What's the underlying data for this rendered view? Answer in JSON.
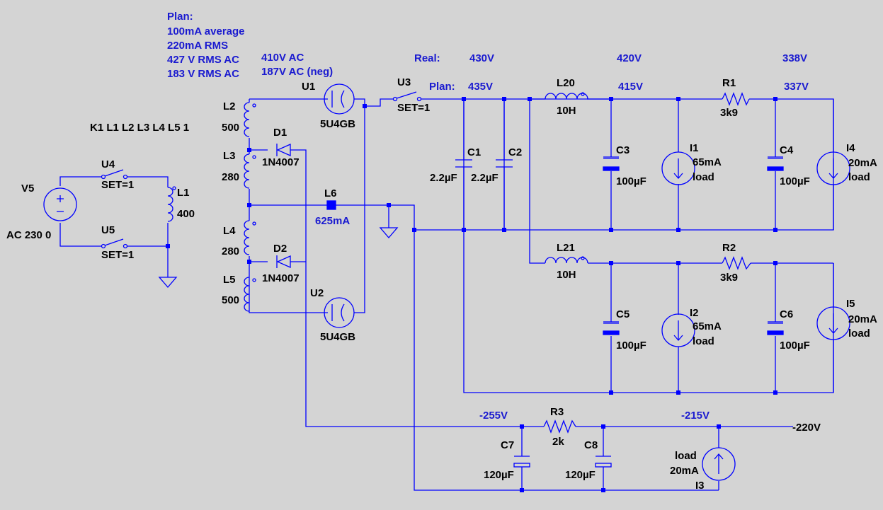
{
  "notes": {
    "plan_title": "Plan:",
    "plan_1": "100mA average",
    "plan_2": "220mA RMS",
    "plan_3": "427 V RMS AC",
    "plan_4": "183 V RMS AC",
    "ac_1": "410V AC",
    "ac_2": "187V AC (neg)",
    "real_label": "Real:",
    "plan_label": "Plan:",
    "real_v1": "430V",
    "real_v2": "420V",
    "real_v3": "338V",
    "plan_v1": "435V",
    "plan_v2": "415V",
    "plan_v3": "337V",
    "l6_current": "625mA",
    "neg_1": "-255V",
    "neg_2": "-215V",
    "neg_3": "-220V"
  },
  "components": {
    "v5": {
      "name": "V5",
      "value": "AC 230 0"
    },
    "u4": {
      "name": "U4",
      "value": "SET=1"
    },
    "u5": {
      "name": "U5",
      "value": "SET=1"
    },
    "l1": {
      "name": "L1",
      "value": "400"
    },
    "coupling": "K1 L1 L2 L3 L4 L5 1",
    "l2": {
      "name": "L2",
      "value": "500"
    },
    "l3": {
      "name": "L3",
      "value": "280"
    },
    "l4": {
      "name": "L4",
      "value": "280"
    },
    "l5": {
      "name": "L5",
      "value": "500"
    },
    "d1": {
      "name": "D1",
      "value": "1N4007"
    },
    "d2": {
      "name": "D2",
      "value": "1N4007"
    },
    "u1": {
      "name": "U1",
      "value": "5U4GB"
    },
    "u2": {
      "name": "U2",
      "value": "5U4GB"
    },
    "u3": {
      "name": "U3",
      "value": "SET=1"
    },
    "l6": {
      "name": "L6"
    },
    "c1": {
      "name": "C1",
      "value": "2.2µF"
    },
    "c2": {
      "name": "C2",
      "value": "2.2µF"
    },
    "l20": {
      "name": "L20",
      "value": "10H"
    },
    "l21": {
      "name": "L21",
      "value": "10H"
    },
    "c3": {
      "name": "C3",
      "value": "100µF"
    },
    "c4": {
      "name": "C4",
      "value": "100µF"
    },
    "c5": {
      "name": "C5",
      "value": "100µF"
    },
    "c6": {
      "name": "C6",
      "value": "100µF"
    },
    "i1": {
      "name": "I1",
      "value": "65mA",
      "type": "load"
    },
    "i2": {
      "name": "I2",
      "value": "65mA",
      "type": "load"
    },
    "i4": {
      "name": "I4",
      "value": "20mA",
      "type": "load"
    },
    "i5": {
      "name": "I5",
      "value": "20mA",
      "type": "load"
    },
    "r1": {
      "name": "R1",
      "value": "3k9"
    },
    "r2": {
      "name": "R2",
      "value": "3k9"
    },
    "r3": {
      "name": "R3",
      "value": "2k"
    },
    "c7": {
      "name": "C7",
      "value": "120µF"
    },
    "c8": {
      "name": "C8",
      "value": "120µF"
    },
    "i3": {
      "name": "I3",
      "value": "20mA",
      "type": "load"
    }
  }
}
